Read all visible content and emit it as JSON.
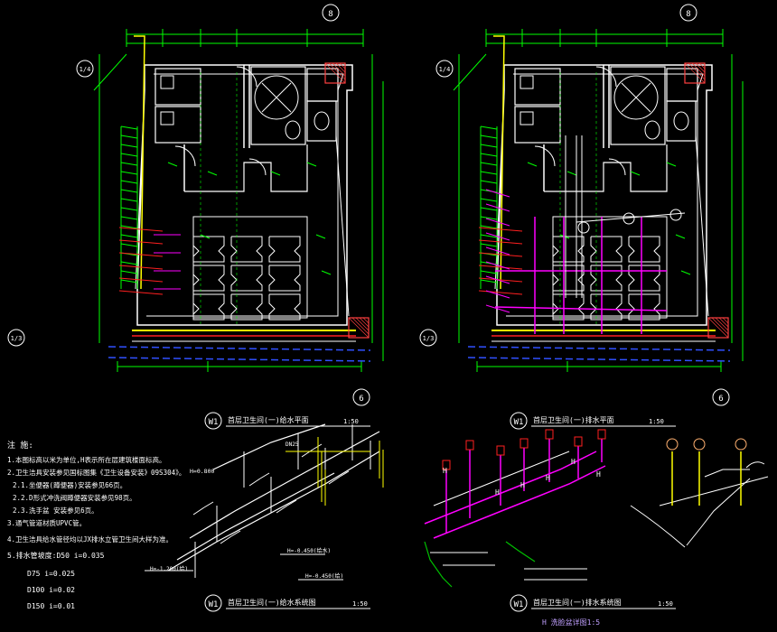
{
  "colors": {
    "background": "#000000",
    "wall": "#ffffff",
    "dimension": "#00ff00",
    "pipe_yellow": "#ffff00",
    "pipe_magenta": "#ff00ff",
    "pipe_red": "#ff2020",
    "pipe_blue": "#3050ff",
    "axis_bubble": "#00ff00",
    "text": "#ffffff",
    "hatch": "#ff4040",
    "accent_green": "#00c000"
  },
  "axis_labels": {
    "top_left": "8",
    "top_right": "8",
    "side_upper_left": "1/4",
    "side_lower_left": "1/3",
    "side_upper_right": "1/4",
    "side_lower_right": "1/3",
    "bottom_left": "6",
    "bottom_right": "6"
  },
  "plans": {
    "left_title": "首层卫生间(一)给水平面",
    "right_title": "首层卫生间(一)排水平面",
    "scale": "1:50",
    "left_id": "W1",
    "right_id": "W1"
  },
  "iso": {
    "left_title": "首层卫生间(一)给水系统图",
    "mid_title": "首层卫生间(一)排水系统图",
    "right_title": "H 洗脸盆详图1:5",
    "scale": "1:50",
    "left_id": "W1",
    "mid_id": "W1",
    "elev_1": "H=0.800",
    "elev_2": "H=-0.450(给水)",
    "elev_3": "H=-0.450(给)",
    "elev_4": "H=-1.200(给)",
    "pipe_dn": "DN25"
  },
  "notes": {
    "heading": "注 施:",
    "lines": [
      "1.本图标高以米为单位,H表示所在层建筑楼面标高。",
      "2.卫生洁具安装参见国标图集《卫生设备安装》09S304》。",
      "2.1.坐便器(蹲便器)安装参见66页。",
      "2.2.D形式冲洗阀蹲便器安装参见98页。",
      "2.3.洗手盆 安装参见6页。",
      "3.通气管道材质UPVC管。",
      "4.卫生洁具给水管径均以JX排水立管卫生间大样为准。",
      "5.排水管坡度:D50 i=0.035",
      "D75 i=0.025",
      "D100 i=0.02",
      "D150 i=0.01"
    ]
  }
}
